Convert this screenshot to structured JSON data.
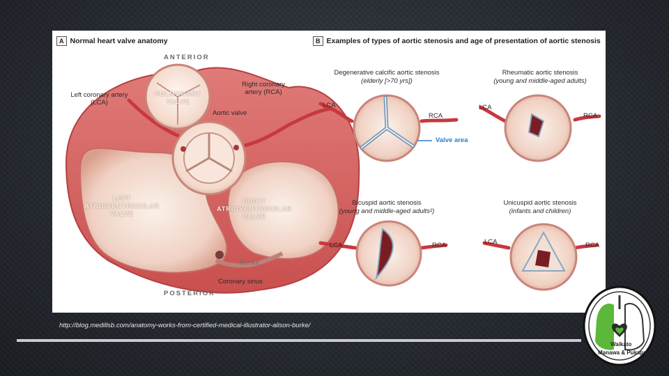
{
  "panel_a": {
    "tag": "A",
    "title": "Normal heart valve anatomy",
    "anterior": "ANTERIOR",
    "posterior": "POSTERIOR",
    "pulmonary_valve": "PULMONARY VALVE",
    "aortic_valve": "Aortic valve",
    "lca": "Left coronary artery (LCA)",
    "rca": "Right coronary artery (RCA)",
    "left_av": "LEFT ATRIOVENTRICULAR VALVE",
    "right_av": "RIGHT ATRIOVENTRICULAR VALVE",
    "coronary_sinus": "Coronary sinus",
    "signature": "Burke"
  },
  "panel_b": {
    "tag": "B",
    "title": "Examples of types of aortic stenosis and age of presentation of aortic stenosis",
    "valves": [
      {
        "name": "Degenerative calcific aortic stenosis",
        "sub": "(elderly [>70 yrs])",
        "lca": "LCA",
        "rca": "RCA"
      },
      {
        "name": "Rheumatic aortic stenosis",
        "sub": "(young and middle-aged adults)",
        "lca": "LCA",
        "rca": "RCA"
      },
      {
        "name": "Bicuspid aortic stenosis",
        "sub": "(young and middle-aged adults²)",
        "lca": "LCA",
        "rca": "RCA"
      },
      {
        "name": "Unicuspid aortic stenosis",
        "sub": "(infants and children)",
        "lca": "LCA",
        "rca": "RCA"
      }
    ],
    "valve_area": "Valve area"
  },
  "source_url": "http://blog.medillsb.com/anatomy-works-from-certified-medical-illustrator-alison-burke/",
  "logo": {
    "line1": "Waikato",
    "line2": "Manawa & Pukapuka"
  },
  "colors": {
    "tissue": "#e9bfae",
    "artery": "#d4545a",
    "valve_area_blue": "#2b7fc6",
    "background": "#2a2e34"
  }
}
